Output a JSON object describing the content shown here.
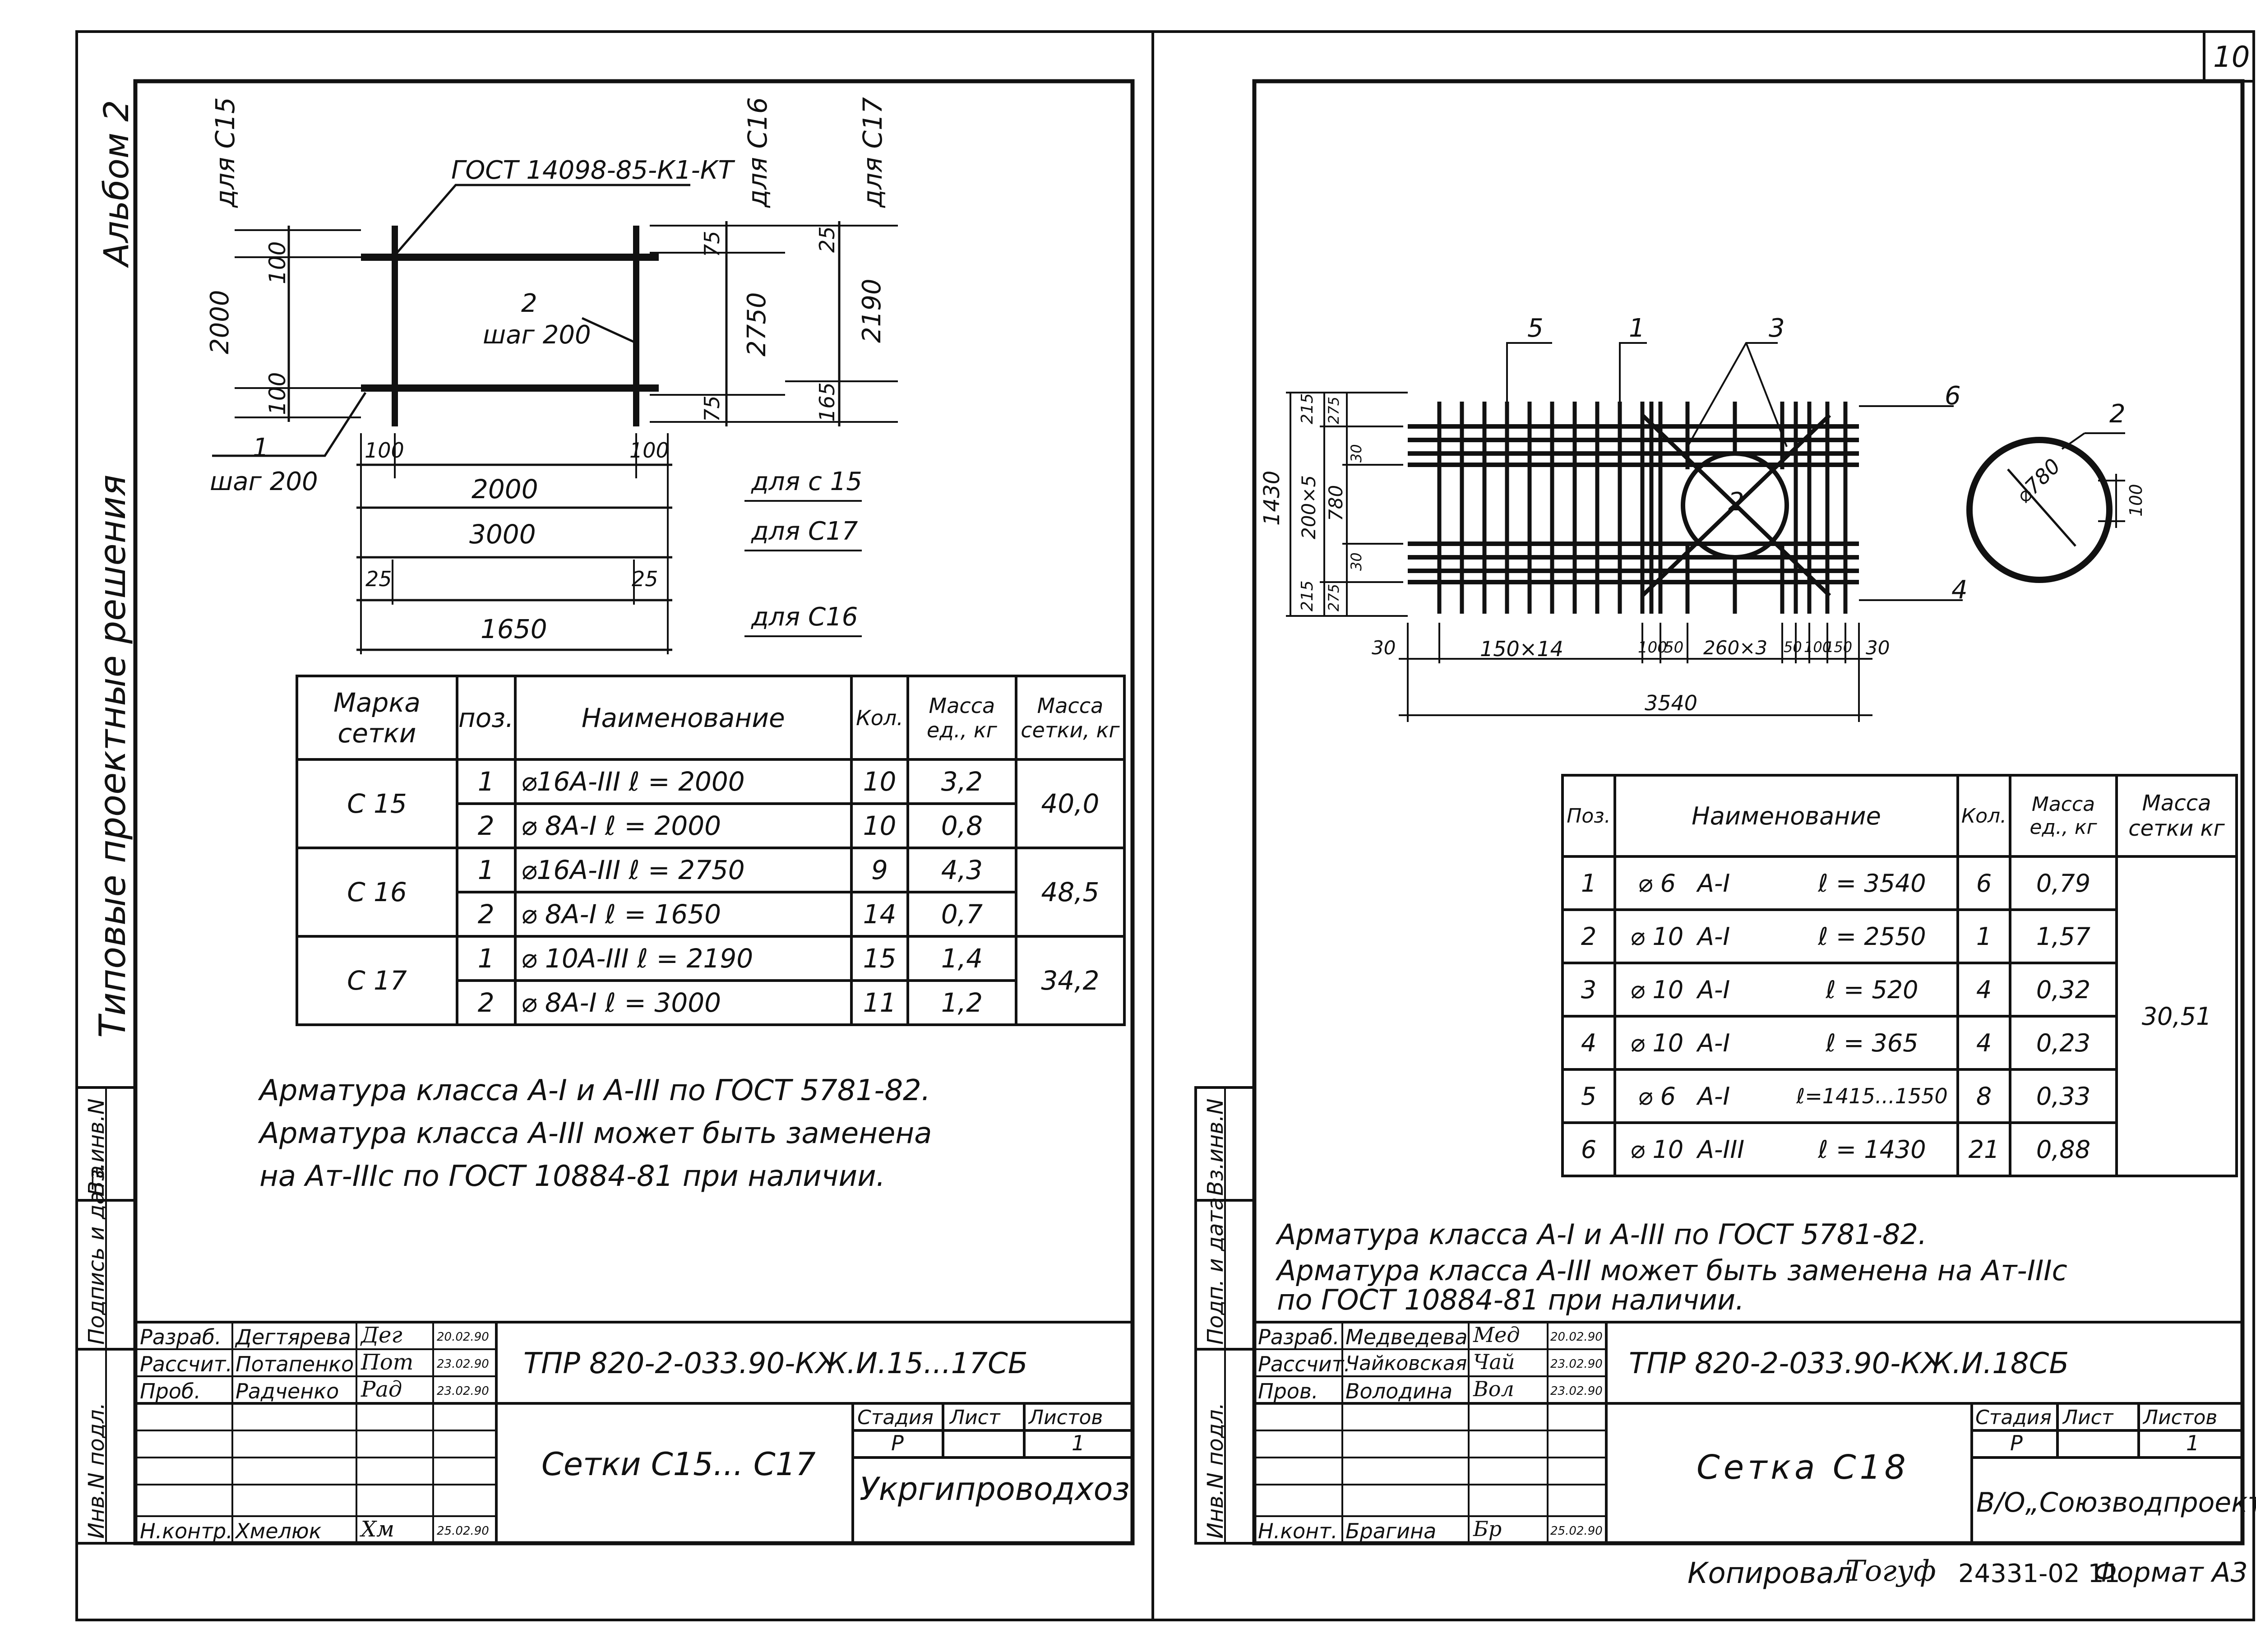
{
  "sheet": {
    "page_number": "10",
    "copied_by": "Копировал",
    "copy_signature": "Тогуф",
    "copy_number": "24331-02 11",
    "format": "Формат А3"
  },
  "left": {
    "side_labels": {
      "album": "Альбом 2",
      "series": "Типовые проектные решения",
      "stamp_cells": [
        "Инв.N подл.",
        "Подпись и дата",
        "Вз.инв.N"
      ]
    },
    "drawing": {
      "for_c15_v": "для С15",
      "for_c16_v": "для С16",
      "for_c17_v": "для С17",
      "gost_note": "ГОСТ 14098-85-К1-КТ",
      "pos2": "2",
      "step2": "шаг 200",
      "pos1": "1",
      "step1": "шаг 200",
      "dim_100_top": "100",
      "dim_2000_v": "2000",
      "dim_100_bot": "100",
      "dim_75_top": "75",
      "dim_2750": "2750",
      "dim_75_bot": "75",
      "dim_25_top": "25",
      "dim_2190": "2190",
      "dim_165": "165",
      "dim_100_left": "100",
      "dim_100_right": "100",
      "dim_2000_h": "2000",
      "dim_3000": "3000",
      "dim_25_left": "25",
      "dim_25_right": "25",
      "dim_1650": "1650",
      "for_c15": "для с 15",
      "for_c17": "для С17",
      "for_c16": "для С16"
    },
    "spec_headers": {
      "mark": "Марка сетки",
      "pos": "поз.",
      "name": "Наименование",
      "qty": "Кол.",
      "unit_mass": "Масса ед., кг",
      "mesh_mass": "Масса сетки, кг"
    },
    "spec_rows": [
      {
        "mark": "С 15",
        "pos": "1",
        "name": "⌀16А-III   ℓ = 2000",
        "qty": "10",
        "unit_mass": "3,2",
        "mesh_mass": "40,0"
      },
      {
        "mark": "",
        "pos": "2",
        "name": "⌀ 8А-I   ℓ = 2000",
        "qty": "10",
        "unit_mass": "0,8",
        "mesh_mass": ""
      },
      {
        "mark": "С 16",
        "pos": "1",
        "name": "⌀16А-III   ℓ = 2750",
        "qty": "9",
        "unit_mass": "4,3",
        "mesh_mass": "48,5"
      },
      {
        "mark": "",
        "pos": "2",
        "name": "⌀ 8А-I   ℓ = 1650",
        "qty": "14",
        "unit_mass": "0,7",
        "mesh_mass": ""
      },
      {
        "mark": "С 17",
        "pos": "1",
        "name": "⌀ 10А-III   ℓ = 2190",
        "qty": "15",
        "unit_mass": "1,4",
        "mesh_mass": "34,2"
      },
      {
        "mark": "",
        "pos": "2",
        "name": "⌀ 8А-I   ℓ = 3000",
        "qty": "11",
        "unit_mass": "1,2",
        "mesh_mass": ""
      }
    ],
    "notes": [
      "Арматура класса А-I и А-III по ГОСТ 5781-82.",
      "Арматура класса А-III может быть заменена",
      "на Ат-IIIс по ГОСТ 10884-81 при наличии."
    ],
    "title_block": {
      "role1": "Разраб.",
      "person1": "Дегтярева",
      "sign1": "Дег",
      "date1": "20.02.90",
      "role2": "Рассчит.",
      "person2": "Потапенко",
      "sign2": "Пот",
      "date2": "23.02.90",
      "role3": "Проб.",
      "person3": "Радченко",
      "sign3": "Рад",
      "date3": "23.02.90",
      "role4": "Н.контр.",
      "person4": "Хмелюк",
      "sign4": "Хм",
      "date4": "25.02.90",
      "doc_code": "ТПР 820-2-033.90-КЖ.И.15...17СБ",
      "title": "Сетки С15... С17",
      "stage_label": "Стадия",
      "sheet_label": "Лист",
      "sheets_label": "Листов",
      "stage": "Р",
      "sheet": "",
      "sheets": "1",
      "org": "Укргипроводхоз"
    }
  },
  "right": {
    "stamp_cells": [
      "Инв.N подл.",
      "Подп. и дата",
      "Вз.инв.N"
    ],
    "drawing": {
      "lbl5": "5",
      "lbl1": "1",
      "lbl3": "3",
      "lbl6": "6",
      "lbl2_center": "2",
      "lbl4": "4",
      "lbl2_ring": "2",
      "ring_diam": "⌀780",
      "ring_dim": "100",
      "dim_1430": "1430",
      "dim_200x5": "200×5",
      "dim_215_top": "215",
      "dim_215_bot": "215",
      "dim_275_top": "275",
      "dim_30_top": "30",
      "dim_780": "780",
      "dim_30_bot": "30",
      "dim_275_bot": "275",
      "dim_30_left": "30",
      "dim_150x14": "150×14",
      "dim_100a": "100",
      "dim_50a": "50",
      "dim_260x3": "260×3",
      "dim_50b": "50",
      "dim_100b": "100",
      "dim_150b": "150",
      "dim_30_right": "30",
      "dim_3540": "3540"
    },
    "spec_headers": {
      "pos": "Поз.",
      "name": "Наименование",
      "qty": "Кол.",
      "unit_mass": "Масса ед., кг",
      "mesh_mass": "Масса сетки кг"
    },
    "spec_rows": [
      {
        "pos": "1",
        "dia": "⌀ 6",
        "cls": "А-I",
        "len": "ℓ = 3540",
        "qty": "6",
        "unit_mass": "0,79"
      },
      {
        "pos": "2",
        "dia": "⌀ 10",
        "cls": "А-I",
        "len": "ℓ = 2550",
        "qty": "1",
        "unit_mass": "1,57"
      },
      {
        "pos": "3",
        "dia": "⌀ 10",
        "cls": "А-I",
        "len": "ℓ = 520",
        "qty": "4",
        "unit_mass": "0,32"
      },
      {
        "pos": "4",
        "dia": "⌀ 10",
        "cls": "А-I",
        "len": "ℓ = 365",
        "qty": "4",
        "unit_mass": "0,23"
      },
      {
        "pos": "5",
        "dia": "⌀ 6",
        "cls": "А-I",
        "len": "ℓ=1415...1550",
        "qty": "8",
        "unit_mass": "0,33"
      },
      {
        "pos": "6",
        "dia": "⌀ 10",
        "cls": "А-III",
        "len": "ℓ = 1430",
        "qty": "21",
        "unit_mass": "0,88"
      }
    ],
    "mesh_mass_total": "30,51",
    "notes": [
      "Арматура класса А-I и А-III по ГОСТ 5781-82.",
      "Арматура класса А-III может быть заменена на Ат-IIIс",
      "по ГОСТ 10884-81 при наличии."
    ],
    "title_block": {
      "role1": "Разраб.",
      "person1": "Медведева",
      "sign1": "Мед",
      "date1": "20.02.90",
      "role2": "Рассчит.",
      "person2": "Чайковская",
      "sign2": "Чай",
      "date2": "23.02.90",
      "role3": "Пров.",
      "person3": "Володина",
      "sign3": "Вол",
      "date3": "23.02.90",
      "role4": "Н.конт.",
      "person4": "Брагина",
      "sign4": "Бр",
      "date4": "25.02.90",
      "doc_code": "ТПР 820-2-033.90-КЖ.И.18СБ",
      "title": "Сетка С18",
      "stage_label": "Стадия",
      "sheet_label": "Лист",
      "sheets_label": "Листов",
      "stage": "Р",
      "sheet": "",
      "sheets": "1",
      "org": "В/О„Союзводпроект\""
    }
  }
}
